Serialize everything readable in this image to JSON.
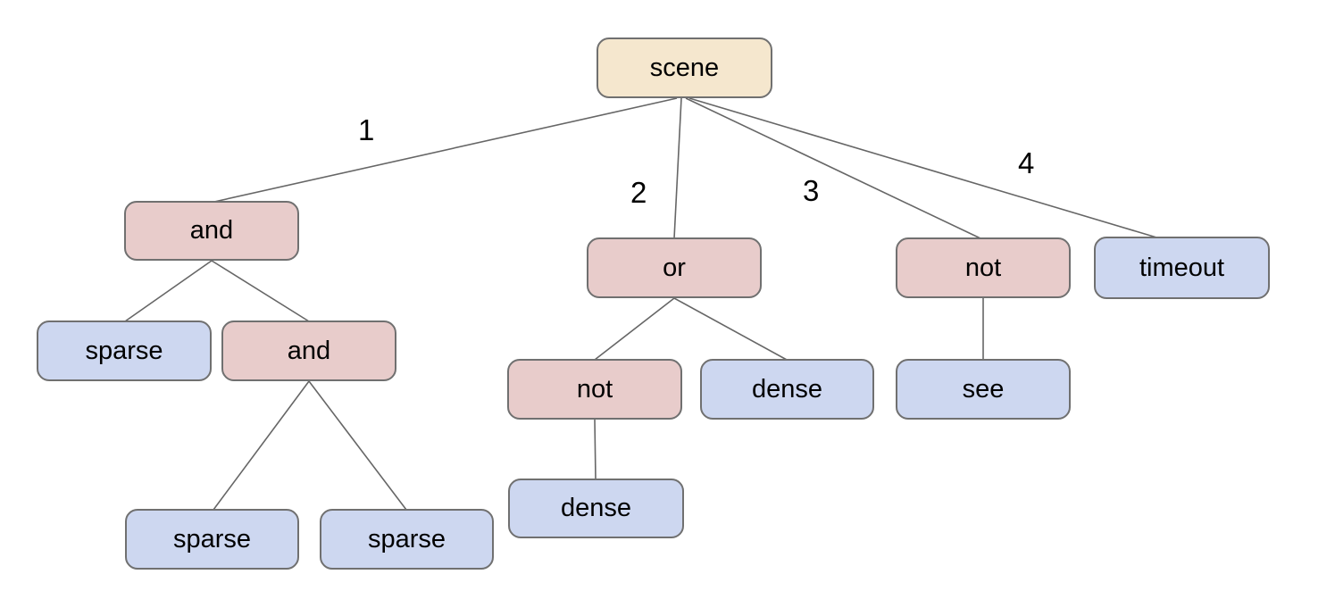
{
  "diagram": {
    "type": "tree",
    "background": "#ffffff",
    "colors": {
      "root_fill": "#f5e7ce",
      "operator_fill": "#e8cccb",
      "leaf_fill": "#cdd7f0",
      "node_border": "#707070",
      "edge_line": "#666666",
      "text": "#000000"
    },
    "nodes": [
      {
        "id": "scene",
        "label": "scene",
        "role": "root",
        "children": [
          "and-1",
          "or-1",
          "not-1",
          "timeout-1"
        ]
      },
      {
        "id": "and-1",
        "label": "and",
        "role": "operator",
        "children": [
          "sparse-1",
          "and-2"
        ]
      },
      {
        "id": "or-1",
        "label": "or",
        "role": "operator",
        "children": [
          "not-2",
          "dense-1"
        ]
      },
      {
        "id": "not-1",
        "label": "not",
        "role": "operator",
        "children": [
          "see-1"
        ]
      },
      {
        "id": "timeout-1",
        "label": "timeout",
        "role": "leaf",
        "children": []
      },
      {
        "id": "sparse-1",
        "label": "sparse",
        "role": "leaf",
        "children": []
      },
      {
        "id": "and-2",
        "label": "and",
        "role": "operator",
        "children": [
          "sparse-2",
          "sparse-3"
        ]
      },
      {
        "id": "not-2",
        "label": "not",
        "role": "operator",
        "children": [
          "dense-2"
        ]
      },
      {
        "id": "dense-1",
        "label": "dense",
        "role": "leaf",
        "children": []
      },
      {
        "id": "see-1",
        "label": "see",
        "role": "leaf",
        "children": []
      },
      {
        "id": "dense-2",
        "label": "dense",
        "role": "leaf",
        "children": []
      },
      {
        "id": "sparse-2",
        "label": "sparse",
        "role": "leaf",
        "children": []
      },
      {
        "id": "sparse-3",
        "label": "sparse",
        "role": "leaf",
        "children": []
      }
    ],
    "edge_labels": [
      {
        "label": "1",
        "from": "scene",
        "to": "and-1"
      },
      {
        "label": "2",
        "from": "scene",
        "to": "or-1"
      },
      {
        "label": "3",
        "from": "scene",
        "to": "not-1"
      },
      {
        "label": "4",
        "from": "scene",
        "to": "timeout-1"
      }
    ]
  }
}
